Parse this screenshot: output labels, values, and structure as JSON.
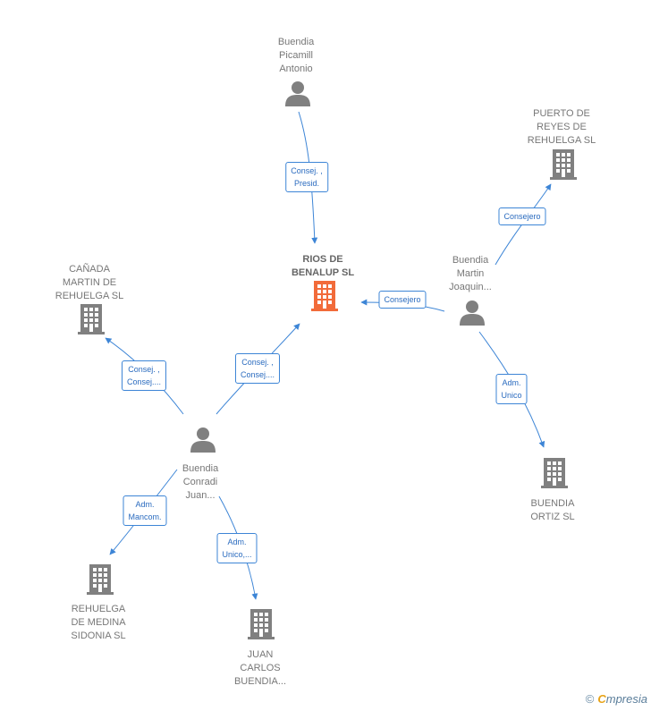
{
  "colors": {
    "edge": "#3d85d6",
    "node": "#808080",
    "center": "#f26b3a"
  },
  "nodes": [
    {
      "id": "rios",
      "type": "company",
      "center": true,
      "label": "RIOS DE\nBENALUP  SL"
    },
    {
      "id": "picamill",
      "type": "person",
      "label": "Buendia\nPicamill\nAntonio"
    },
    {
      "id": "puerto",
      "type": "company",
      "label": "PUERTO DE\nREYES DE\nREHUELGA  SL"
    },
    {
      "id": "joaquin",
      "type": "person",
      "label": "Buendia\nMartin\nJoaquin..."
    },
    {
      "id": "canada",
      "type": "company",
      "label": "CAÑADA\nMARTIN DE\nREHUELGA  SL"
    },
    {
      "id": "conradi",
      "type": "person",
      "label": "Buendia\nConradi\nJuan..."
    },
    {
      "id": "ortiz",
      "type": "company",
      "label": "BUENDIA\nORTIZ  SL"
    },
    {
      "id": "medina",
      "type": "company",
      "label": "REHUELGA\nDE MEDINA\nSIDONIA SL"
    },
    {
      "id": "juancarlos",
      "type": "company",
      "label": "JUAN\nCARLOS\nBUENDIA..."
    }
  ],
  "edges": [
    {
      "id": "e1",
      "from": "picamill",
      "to": "rios",
      "label": "Consej. ,\nPresid."
    },
    {
      "id": "e2",
      "from": "joaquin",
      "to": "puerto",
      "label": "Consejero"
    },
    {
      "id": "e3",
      "from": "joaquin",
      "to": "rios",
      "label": "Consejero"
    },
    {
      "id": "e4",
      "from": "joaquin",
      "to": "ortiz",
      "label": "Adm.\nUnico"
    },
    {
      "id": "e5",
      "from": "conradi",
      "to": "canada",
      "label": "Consej. ,\nConsej...."
    },
    {
      "id": "e6",
      "from": "conradi",
      "to": "rios",
      "label": "Consej. ,\nConsej...."
    },
    {
      "id": "e7",
      "from": "conradi",
      "to": "medina",
      "label": "Adm.\nMancom."
    },
    {
      "id": "e8",
      "from": "conradi",
      "to": "juancarlos",
      "label": "Adm.\nUnico,..."
    }
  ],
  "footer": {
    "copyright": "©",
    "brand_initial": "C",
    "brand_rest": "mpresia"
  }
}
